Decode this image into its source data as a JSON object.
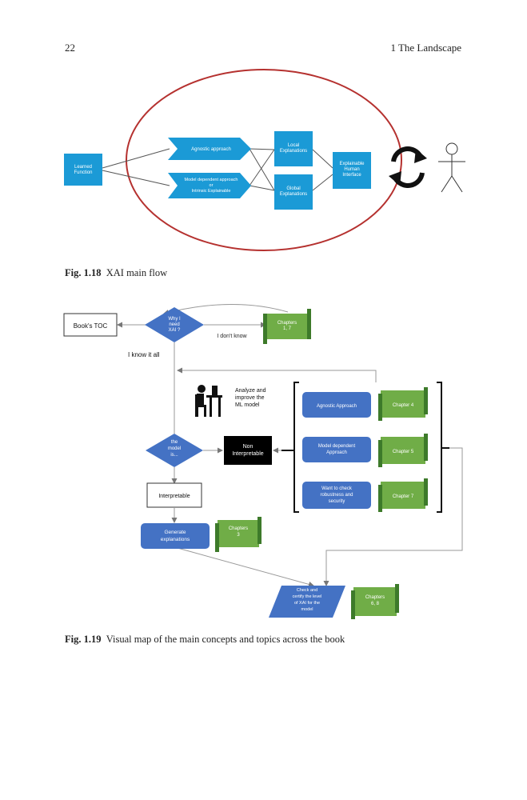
{
  "header": {
    "page_number": "22",
    "chapter": "1   The Landscape"
  },
  "fig18": {
    "caption_label": "Fig. 1.18",
    "caption_text": "XAI main flow",
    "learned_function": [
      "Learned",
      "Function"
    ],
    "agnostic": [
      "Agnostic approach"
    ],
    "model_dependent": [
      "Model dependent approach",
      "or",
      "Intrinsic Explainable"
    ],
    "local": [
      "Local",
      "Explanations"
    ],
    "global": [
      "Global",
      "Explanations"
    ],
    "interface": [
      "Explainable",
      "Human",
      "Interface"
    ],
    "colors": {
      "box": "#1b9ad6",
      "ellipse": "#b5312f"
    }
  },
  "fig19": {
    "caption_label": "Fig. 1.19",
    "caption_text": "Visual map of the main concepts and topics across the book",
    "books_toc": "Book's TOC",
    "why_xai": [
      "Why I",
      "need",
      "XAI ?"
    ],
    "i_dont_know": "I don't know",
    "chapters_1_7": [
      "Chapters",
      "1, 7"
    ],
    "i_know_it_all": "I know it all",
    "analyze": [
      "Analyze and",
      "improve the",
      "ML model"
    ],
    "the_model_is": [
      "the",
      "model",
      "is..."
    ],
    "non_interpretable": [
      "Non",
      "Interpretable"
    ],
    "interpretable": "Interpretable",
    "agnostic_approach": [
      "Agnostic Approach"
    ],
    "chapter_4": [
      "Chapter 4"
    ],
    "model_dependent_approach": [
      "Model dependent",
      "Approach"
    ],
    "chapter_5": [
      "Chapter 5"
    ],
    "robustness": [
      "Want to check",
      "robustness and",
      "security"
    ],
    "chapter_7": [
      "Chapter 7"
    ],
    "generate": [
      "Generate",
      "explanations"
    ],
    "chapters_3": [
      "Chapters",
      "3"
    ],
    "check_certify": [
      "Check and",
      "certify the level",
      "of XAI for the",
      "model"
    ],
    "chapters_6_8": [
      "Chapters",
      "6, 8"
    ],
    "colors": {
      "blue": "#4472c4",
      "green": "#70ad47",
      "dark_green": "#3d7a2a"
    }
  }
}
